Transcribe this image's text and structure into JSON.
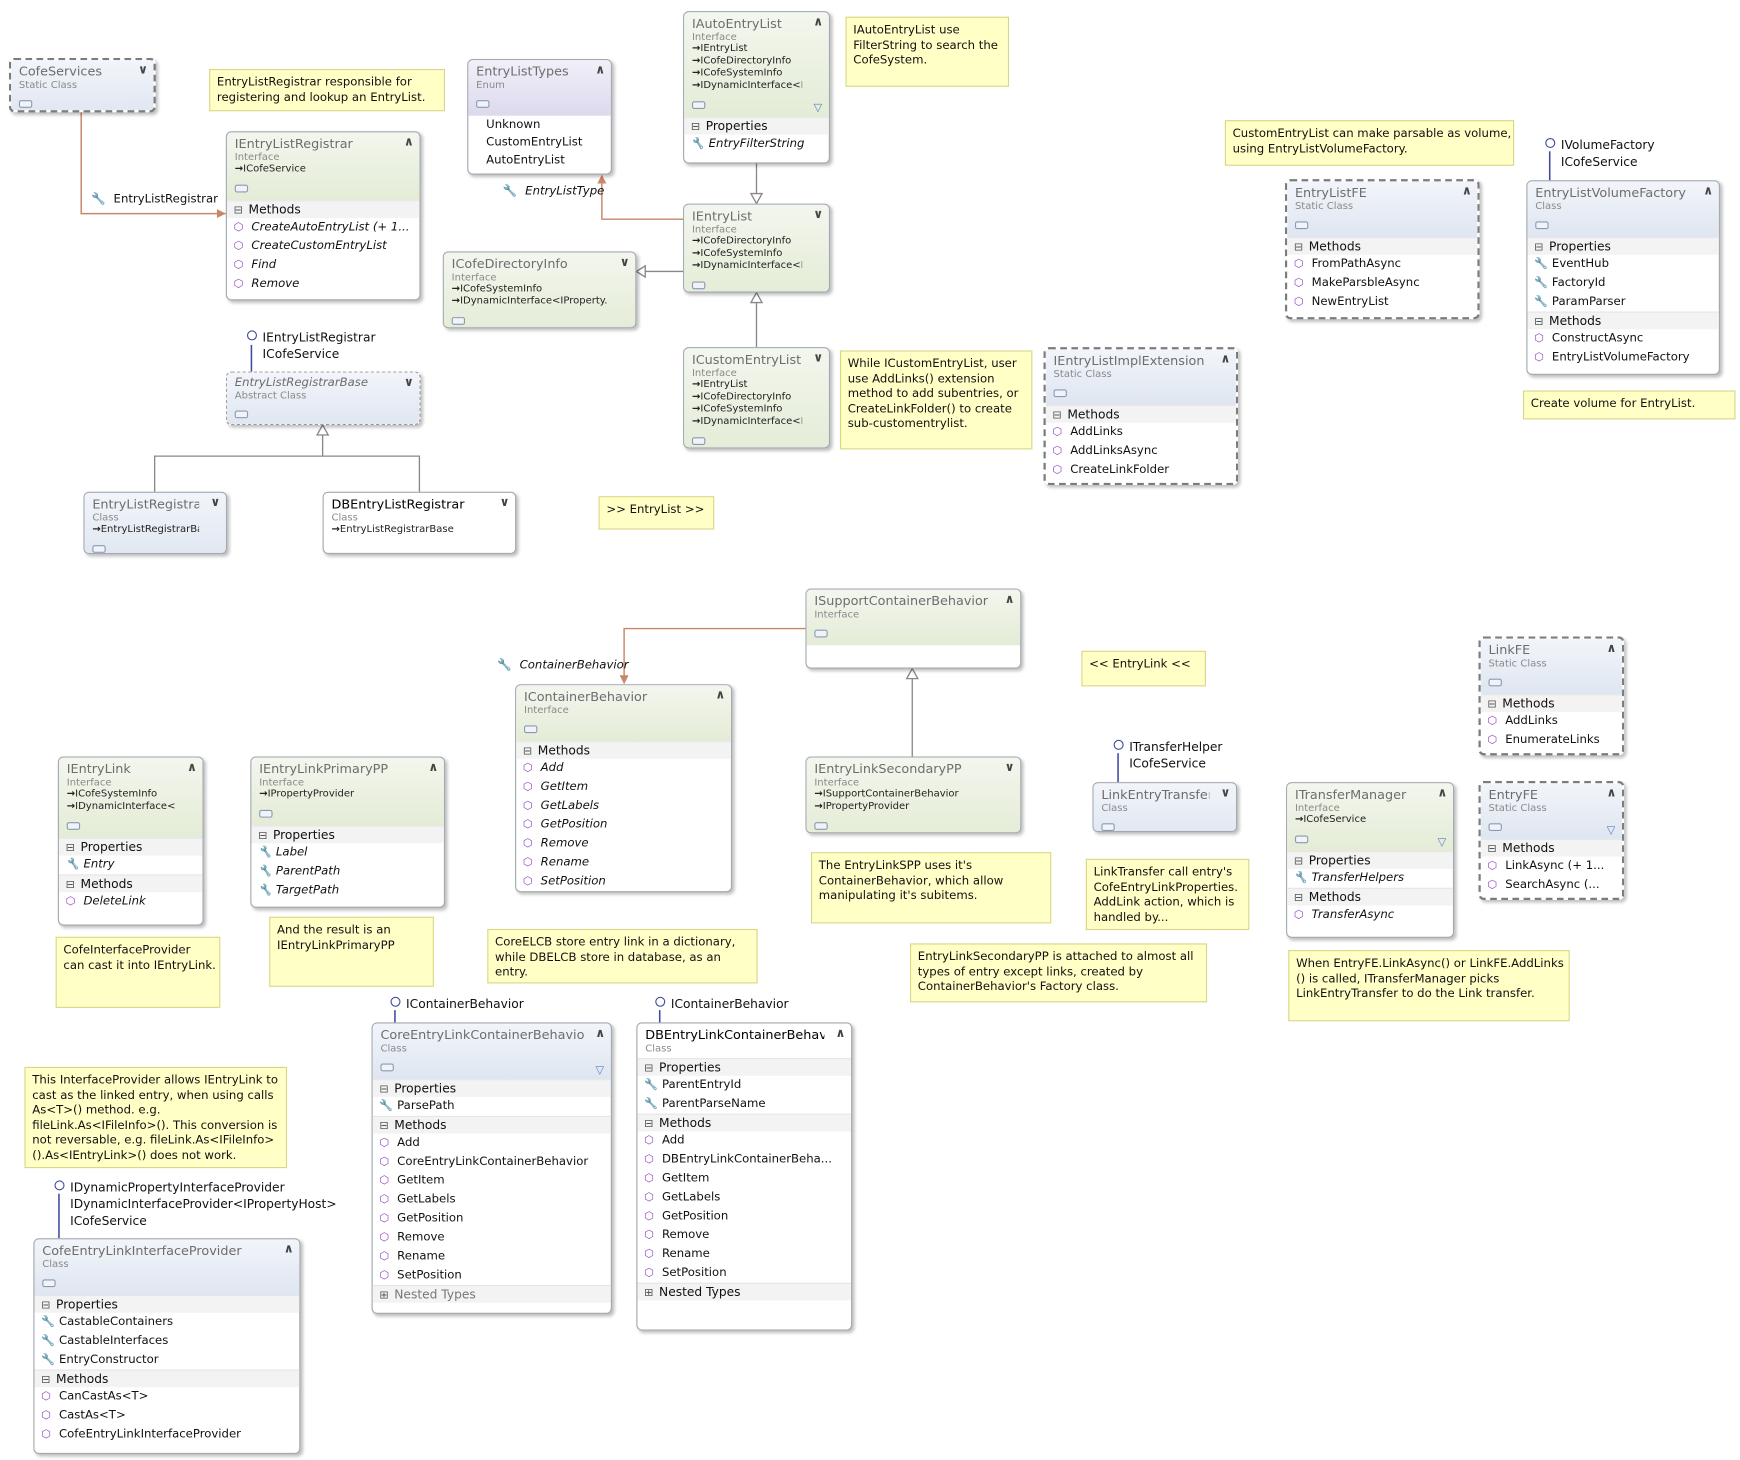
{
  "shapes": {
    "cofeservices": {
      "name": "CofeServices",
      "stereotype": "Static Class"
    },
    "ientrylistregistrar": {
      "name": "IEntryListRegistrar",
      "stereotype": "Interface",
      "inherits": [
        "ICofeService"
      ],
      "sections": [
        {
          "title": "Methods",
          "members": [
            "CreateAutoEntryList (+ 1...",
            "CreateCustomEntryList",
            "Find",
            "Remove"
          ]
        }
      ]
    },
    "entrylisttypes": {
      "name": "EntryListTypes",
      "stereotype": "Enum",
      "values": [
        "Unknown",
        "CustomEntryList",
        "AutoEntryList"
      ]
    },
    "iautoentrylist": {
      "name": "IAutoEntryList",
      "stereotype": "Interface",
      "inherits": [
        "IEntryList",
        "ICofeDirectoryInfo",
        "ICofeSystemInfo",
        "IDynamicInterface<I..."
      ],
      "sections": [
        {
          "title": "Properties",
          "members": [
            "EntryFilterString"
          ]
        }
      ]
    },
    "ientrylist": {
      "name": "IEntryList",
      "stereotype": "Interface",
      "inherits": [
        "ICofeDirectoryInfo",
        "ICofeSystemInfo",
        "IDynamicInterface<I..."
      ]
    },
    "icofedirectoryinfo": {
      "name": "ICofeDirectoryInfo",
      "stereotype": "Interface",
      "inherits": [
        "ICofeSystemInfo",
        "IDynamicInterface<IProperty..."
      ]
    },
    "icustomentrylist": {
      "name": "ICustomEntryList",
      "stereotype": "Interface",
      "inherits": [
        "IEntryList",
        "ICofeDirectoryInfo",
        "ICofeSystemInfo",
        "IDynamicInterface<I..."
      ]
    },
    "ientrylistimplextension": {
      "name": "IEntryListImplExtension",
      "stereotype": "Static Class",
      "sections": [
        {
          "title": "Methods",
          "members": [
            "AddLinks",
            "AddLinksAsync",
            "CreateLinkFolder"
          ]
        }
      ]
    },
    "entrylistfe": {
      "name": "EntryListFE",
      "stereotype": "Static Class",
      "sections": [
        {
          "title": "Methods",
          "members": [
            "FromPathAsync",
            "MakeParsbleAsync",
            "NewEntryList"
          ]
        }
      ]
    },
    "entrylistvolumefactory": {
      "name": "EntryListVolumeFactory",
      "stereotype": "Class",
      "sections": [
        {
          "title": "Properties",
          "members": [
            "EventHub",
            "FactoryId",
            "ParamParser"
          ]
        },
        {
          "title": "Methods",
          "members": [
            "ConstructAsync",
            "EntryListVolumeFactory"
          ]
        }
      ]
    },
    "entrylistregistrarbase": {
      "name": "EntryListRegistrarBase",
      "stereotype": "Abstract Class"
    },
    "entrylistregistrar": {
      "name": "EntryListRegistrar",
      "stereotype": "Class",
      "inherits": [
        "EntryListRegistrarBase"
      ]
    },
    "dbentrylistregistrar": {
      "name": "DBEntryListRegistrar",
      "stereotype": "Class",
      "inherits": [
        "EntryListRegistrarBase"
      ]
    },
    "isupportcontainerbehavior": {
      "name": "ISupportContainerBehavior",
      "stereotype": "Interface"
    },
    "icontainerbehavior": {
      "name": "IContainerBehavior",
      "stereotype": "Interface",
      "sections": [
        {
          "title": "Methods",
          "members": [
            "Add",
            "GetItem",
            "GetLabels",
            "GetPosition",
            "Remove",
            "Rename",
            "SetPosition"
          ]
        }
      ]
    },
    "ientrylink": {
      "name": "IEntryLink",
      "stereotype": "Interface",
      "inherits": [
        "ICofeSystemInfo",
        "IDynamicInterface<I..."
      ],
      "sections": [
        {
          "title": "Properties",
          "members": [
            "Entry"
          ]
        },
        {
          "title": "Methods",
          "members": [
            "DeleteLink"
          ]
        }
      ]
    },
    "ientrylinkprimarypp": {
      "name": "IEntryLinkPrimaryPP",
      "stereotype": "Interface",
      "inherits": [
        "IPropertyProvider"
      ],
      "sections": [
        {
          "title": "Properties",
          "members": [
            "Label",
            "ParentPath",
            "TargetPath"
          ]
        }
      ]
    },
    "ientrylinksecondarypp": {
      "name": "IEntryLinkSecondaryPP",
      "stereotype": "Interface",
      "inherits": [
        "ISupportContainerBehavior",
        "IPropertyProvider"
      ]
    },
    "linkentrytransfer": {
      "name": "LinkEntryTransfer",
      "stereotype": "Class"
    },
    "itransfermanager": {
      "name": "ITransferManager",
      "stereotype": "Interface",
      "inherits": [
        "ICofeService"
      ],
      "sections": [
        {
          "title": "Properties",
          "members": [
            "TransferHelpers"
          ]
        },
        {
          "title": "Methods",
          "members": [
            "TransferAsync"
          ]
        }
      ]
    },
    "linkfe": {
      "name": "LinkFE",
      "stereotype": "Static Class",
      "sections": [
        {
          "title": "Methods",
          "members": [
            "AddLinks",
            "EnumerateLinks"
          ]
        }
      ]
    },
    "entryfe": {
      "name": "EntryFE",
      "stereotype": "Static Class",
      "sections": [
        {
          "title": "Methods",
          "members": [
            "LinkAsync (+ 1...",
            "SearchAsync (..."
          ]
        }
      ]
    },
    "coreentrylinkcontainerbehavior": {
      "name": "CoreEntryLinkContainerBehavior",
      "stereotype": "Class",
      "sections": [
        {
          "title": "Properties",
          "members": [
            "ParsePath"
          ]
        },
        {
          "title": "Methods",
          "members": [
            "Add",
            "CoreEntryLinkContainerBehavior",
            "GetItem",
            "GetLabels",
            "GetPosition",
            "Remove",
            "Rename",
            "SetPosition"
          ]
        }
      ],
      "nested": "Nested Types"
    },
    "dbentrylinkcontainerbehavior": {
      "name": "DBEntryLinkContainerBehav...",
      "stereotype": "Class",
      "sections": [
        {
          "title": "Properties",
          "members": [
            "ParentEntryId",
            "ParentParseName"
          ]
        },
        {
          "title": "Methods",
          "members": [
            "Add",
            "DBEntryLinkContainerBeha...",
            "GetItem",
            "GetLabels",
            "GetPosition",
            "Remove",
            "Rename",
            "SetPosition"
          ]
        }
      ],
      "nested": "Nested Types"
    },
    "cofeentrylinkinterfaceprovider": {
      "name": "CofeEntryLinkInterfaceProvider",
      "stereotype": "Class",
      "sections": [
        {
          "title": "Properties",
          "members": [
            "CastableContainers",
            "CastableInterfaces",
            "EntryConstructor"
          ]
        },
        {
          "title": "Methods",
          "members": [
            "CanCastAs<T>",
            "CastAs<T>",
            "CofeEntryLinkInterfaceProvider"
          ]
        }
      ]
    }
  },
  "notes": {
    "registrar_note": [
      "EntryListRegistrar responsible for",
      "registering and lookup an EntryList."
    ],
    "autoentrylist_note": [
      "IAutoEntryList use",
      "FilterString to search the",
      "CofeSystem."
    ],
    "customentrylist_note": [
      "CustomEntryList can make parsable as volume,",
      "using EntryListVolumeFactory."
    ],
    "icustomentrylist_note": [
      "While ICustomEntryList, user",
      "use AddLinks() extension",
      "method to add subentries, or",
      "CreateLinkFolder() to create",
      "sub-customentrylist."
    ],
    "volume_note": [
      "Create volume for EntryList."
    ],
    "entrylist_marker": [
      ">> EntryList >>"
    ],
    "entrylink_marker": [
      "<< EntryLink <<"
    ],
    "entrylinkspp_note": [
      "The EntryLinkSPP uses it's",
      "ContainerBehavior, which allow",
      "manipulating it's subitems."
    ],
    "linktransfer_note": [
      "LinkTransfer call entry's",
      "CofeEntryLinkProperties.",
      "AddLink action, which is",
      "handled by..."
    ],
    "secondarypp_note": [
      "EntryLinkSecondaryPP is attached to almost all",
      "types of entry except links, created by",
      "ContainerBehavior's Factory class."
    ],
    "linkasync_note": [
      "When EntryFE.LinkAsync() or LinkFE.AddLinks",
      "() is called, ITransferManager picks",
      "LinkEntryTransfer to do the Link transfer."
    ],
    "primarypp_note": [
      "And the result is an",
      "IEntryLinkPrimaryPP"
    ],
    "corelcb_note": [
      "CoreELCB store entry link in a dictionary,",
      "while DBELCB store in database, as an",
      "entry."
    ],
    "cofeinterfaceprovider_note": [
      "CofeInterfaceProvider",
      "can cast it into IEntryLink."
    ],
    "interfaceprovider_note": [
      "This InterfaceProvider allows IEntryLink to",
      "cast as the linked entry, when using calls",
      "As<T>() method. e.g.",
      "fileLink.As<IFileInfo>().  This conversion is",
      "not reversable, e.g. fileLink.As<IFileInfo>",
      "().As<IEntryLink>() does not work."
    ]
  },
  "lollipops": {
    "registrar_base": [
      "IEntryListRegistrar",
      "ICofeService"
    ],
    "volume_factory": [
      "IVolumeFactory",
      "ICofeService"
    ],
    "link_transfer": [
      "ITransferHelper",
      "ICofeService"
    ],
    "core_lcb": [
      "IContainerBehavior"
    ],
    "db_lcb": [
      "IContainerBehavior"
    ],
    "interface_provider": [
      "IDynamicPropertyInterfaceProvider",
      "IDynamicInterfaceProvider<IPropertyHost>",
      "ICofeService"
    ]
  },
  "associations": {
    "entrylistregistrar": "EntryListRegistrar",
    "entrylisttype": "EntryListType",
    "entryfilterstring": "EntryFilterString",
    "containerbehavior": "ContainerBehavior"
  },
  "colors": {
    "association": "#c8866a",
    "inheritance": "#888888",
    "interface_ring": "#3e4ba0",
    "note_fill": "#ffffc6"
  }
}
